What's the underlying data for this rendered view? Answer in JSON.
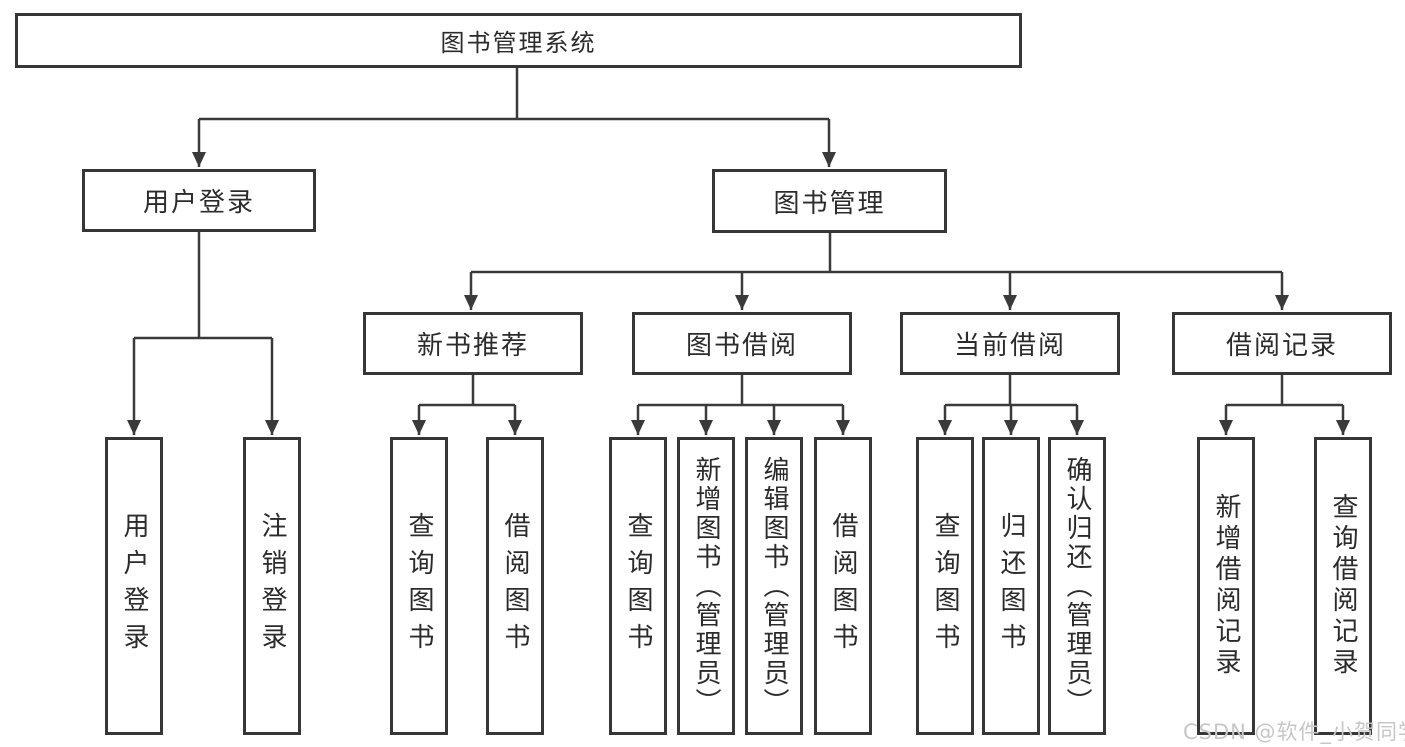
{
  "colors": {
    "line": "#3a3a3a",
    "box_border": "#363636",
    "text": "#2b2b2b",
    "watermark_text": "#c7c7c7",
    "background": "#ffffff"
  },
  "tree": {
    "root": {
      "label": "图书管理系统"
    },
    "branches": [
      {
        "label": "用户登录",
        "children": [
          {
            "label": "用户登录"
          },
          {
            "label": "注销登录"
          }
        ]
      },
      {
        "label": "图书管理",
        "children": [
          {
            "label": "新书推荐",
            "children": [
              {
                "label": "查询图书"
              },
              {
                "label": "借阅图书"
              }
            ]
          },
          {
            "label": "图书借阅",
            "children": [
              {
                "label": "查询图书"
              },
              {
                "label": "新增图书（管理员）"
              },
              {
                "label": "编辑图书（管理员）"
              },
              {
                "label": "借阅图书"
              }
            ]
          },
          {
            "label": "当前借阅",
            "children": [
              {
                "label": "查询图书"
              },
              {
                "label": "归还图书"
              },
              {
                "label": "确认归还（管理员）"
              }
            ]
          },
          {
            "label": "借阅记录",
            "children": [
              {
                "label": "新增借阅记录"
              },
              {
                "label": "查询借阅记录"
              }
            ]
          }
        ]
      }
    ]
  },
  "watermark": "CSDN @软件_小贺同学"
}
